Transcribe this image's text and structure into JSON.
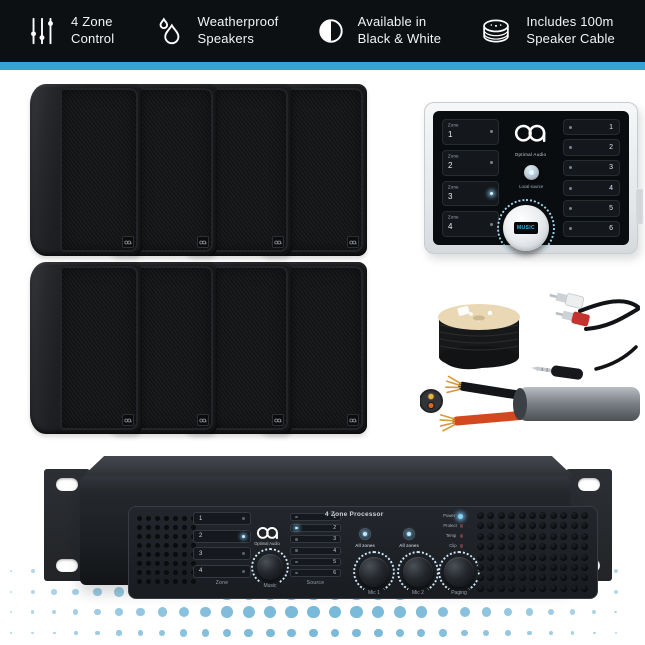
{
  "banner": {
    "background": "#0d1013",
    "accent_bar_color": "#36a3d6",
    "features": [
      {
        "icon": "zone-sliders-icon",
        "line1": "4 Zone",
        "line2": "Control"
      },
      {
        "icon": "water-drops-icon",
        "line1": "Weatherproof",
        "line2": "Speakers"
      },
      {
        "icon": "black-white-circle-icon",
        "line1": "Available in",
        "line2": "Black & White"
      },
      {
        "icon": "cable-spool-icon",
        "line1": "Includes 100m",
        "line2": "Speaker Cable"
      }
    ]
  },
  "speakers": {
    "count": 8,
    "color": "black"
  },
  "wall_controller": {
    "brand": "Optimal Audio",
    "zone_label": "Zone",
    "zone_buttons": [
      "1",
      "2",
      "3",
      "4"
    ],
    "active_zone": "3",
    "source_buttons": [
      "1",
      "2",
      "3",
      "4",
      "5",
      "6"
    ],
    "local_source_label": "Local source",
    "knob_display": "MUSIC"
  },
  "amplifier": {
    "title": "4 Zone Processor",
    "brand": "Optimal Audio",
    "zone_label": "Zone",
    "zone_buttons": [
      "1",
      "2",
      "3",
      "4"
    ],
    "active_zone": "2",
    "source_label": "Source",
    "source_buttons": [
      "1",
      "2",
      "3",
      "4",
      "5",
      "6"
    ],
    "active_source": "2",
    "music_knob_label": "Music",
    "all_zones_label_1": "All zones",
    "all_zones_label_2": "All zones",
    "knob_labels": [
      "Mic 1",
      "Mic 2",
      "Paging"
    ],
    "status_leds": [
      "Power",
      "Protect",
      "Temp",
      "Clip"
    ],
    "active_led": "Power"
  },
  "colors": {
    "halftone_dot": "#79b9d9",
    "led_blue": "#86d2f7",
    "led_red": "#6e3c40"
  }
}
